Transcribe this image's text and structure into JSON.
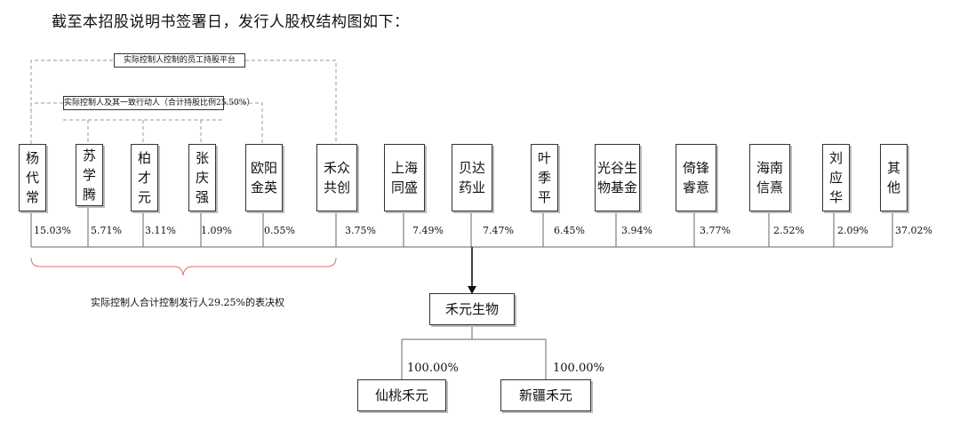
{
  "intro_text": "截至本招股说明书签署日，发行人股权结构图如下：",
  "employee_platform_label": "实际控制人控制的员工持股平台",
  "concert_label": "实际控制人及其一致行动人（合计持股比例25.50%）",
  "control_note": "实际控制人合计控制发行人29.25%的表决权",
  "shareholders": [
    {
      "name": "杨代常",
      "lines": [
        "杨",
        "代",
        "常"
      ],
      "pct": "15.03%"
    },
    {
      "name": "苏学腾",
      "lines": [
        "苏",
        "学",
        "腾"
      ],
      "pct": "5.71%"
    },
    {
      "name": "柏才元",
      "lines": [
        "柏",
        "才",
        "元"
      ],
      "pct": "3.11%"
    },
    {
      "name": "张庆强",
      "lines": [
        "张",
        "庆",
        "强"
      ],
      "pct": "1.09%"
    },
    {
      "name": "欧阳金英",
      "lines": [
        "欧阳",
        "金英"
      ],
      "pct": "0.55%"
    },
    {
      "name": "禾众共创",
      "lines": [
        "禾众",
        "共创"
      ],
      "pct": "3.75%"
    },
    {
      "name": "上海同盛",
      "lines": [
        "上海",
        "同盛"
      ],
      "pct": "7.49%"
    },
    {
      "name": "贝达药业",
      "lines": [
        "贝达",
        "药业"
      ],
      "pct": "7.47%"
    },
    {
      "name": "叶季平",
      "lines": [
        "叶",
        "季",
        "平"
      ],
      "pct": "6.45%"
    },
    {
      "name": "光谷生物基金",
      "lines": [
        "光谷生",
        "物基金"
      ],
      "pct": "3.94%"
    },
    {
      "name": "倚锋睿意",
      "lines": [
        "倚锋",
        "睿意"
      ],
      "pct": "3.77%"
    },
    {
      "name": "海南信熹",
      "lines": [
        "海南",
        "信熹"
      ],
      "pct": "2.52%"
    },
    {
      "name": "刘应华",
      "lines": [
        "刘",
        "应",
        "华"
      ],
      "pct": "2.09%"
    },
    {
      "name": "其他",
      "lines": [
        "其",
        "他"
      ],
      "pct": "37.02%"
    }
  ],
  "issuer": "禾元生物",
  "subsidiaries": [
    {
      "name": "仙桃禾元",
      "pct": "100.00%"
    },
    {
      "name": "新疆禾元",
      "pct": "100.00%"
    }
  ]
}
